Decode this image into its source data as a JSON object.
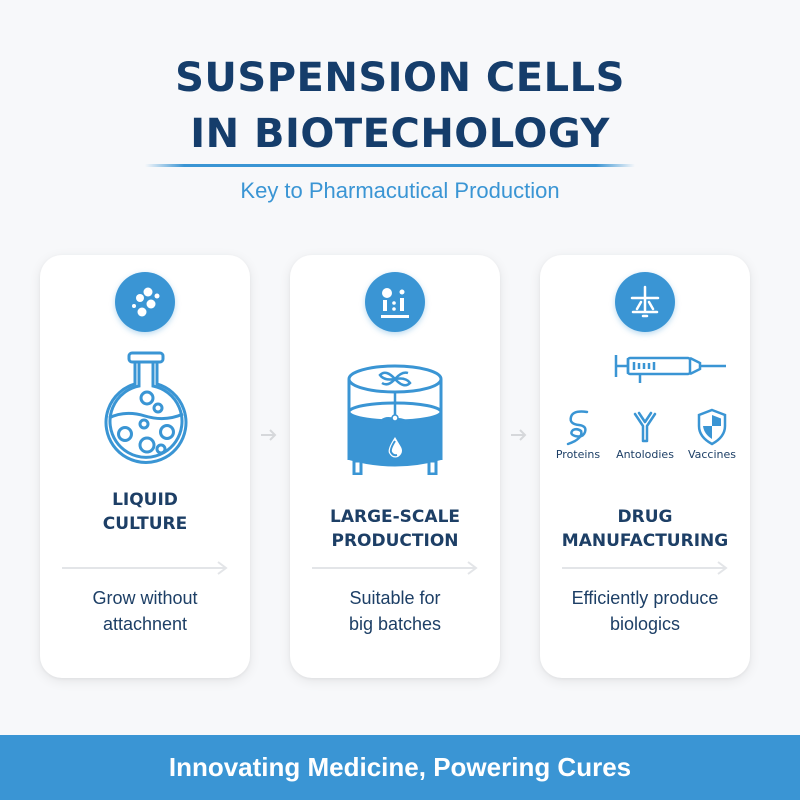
{
  "header": {
    "title_line1": "SUSPENSION CELLS",
    "title_line2": "IN BIOTECHOLOGY",
    "subtitle": "Key to Pharmacutical Production"
  },
  "colors": {
    "primary_blue": "#3a95d4",
    "dark_navy": "#153d6b",
    "text_navy": "#1d3f66",
    "background": "#f7f8fa",
    "card_bg": "#ffffff"
  },
  "cards": [
    {
      "badge_icon": "cells-dots-icon",
      "illustration": "round-flask-icon",
      "title_line1": "LIQUID",
      "title_line2": "CULTURE",
      "desc_line1": "Grow without",
      "desc_line2": "attachnent"
    },
    {
      "badge_icon": "lab-equipment-icon",
      "illustration": "bioreactor-tank-icon",
      "title_line1": "LARGE-SCALE",
      "title_line2": "PRODUCTION",
      "desc_line1": "Suitable for",
      "desc_line2": "big batches"
    },
    {
      "badge_icon": "balance-scale-icon",
      "illustration": "syringe-icon",
      "title_line1": "DRUG",
      "title_line2": "MANUFACTURING",
      "desc_line1": "Efficiently produce",
      "desc_line2": "biologics",
      "sub_items": [
        {
          "icon": "protein-strand-icon",
          "label": "Proteins"
        },
        {
          "icon": "antibody-icon",
          "label": "Antolodies"
        },
        {
          "icon": "shield-icon",
          "label": "Vaccines"
        }
      ]
    }
  ],
  "footer": {
    "tagline": "Innovating Medicine, Powering Cures"
  }
}
